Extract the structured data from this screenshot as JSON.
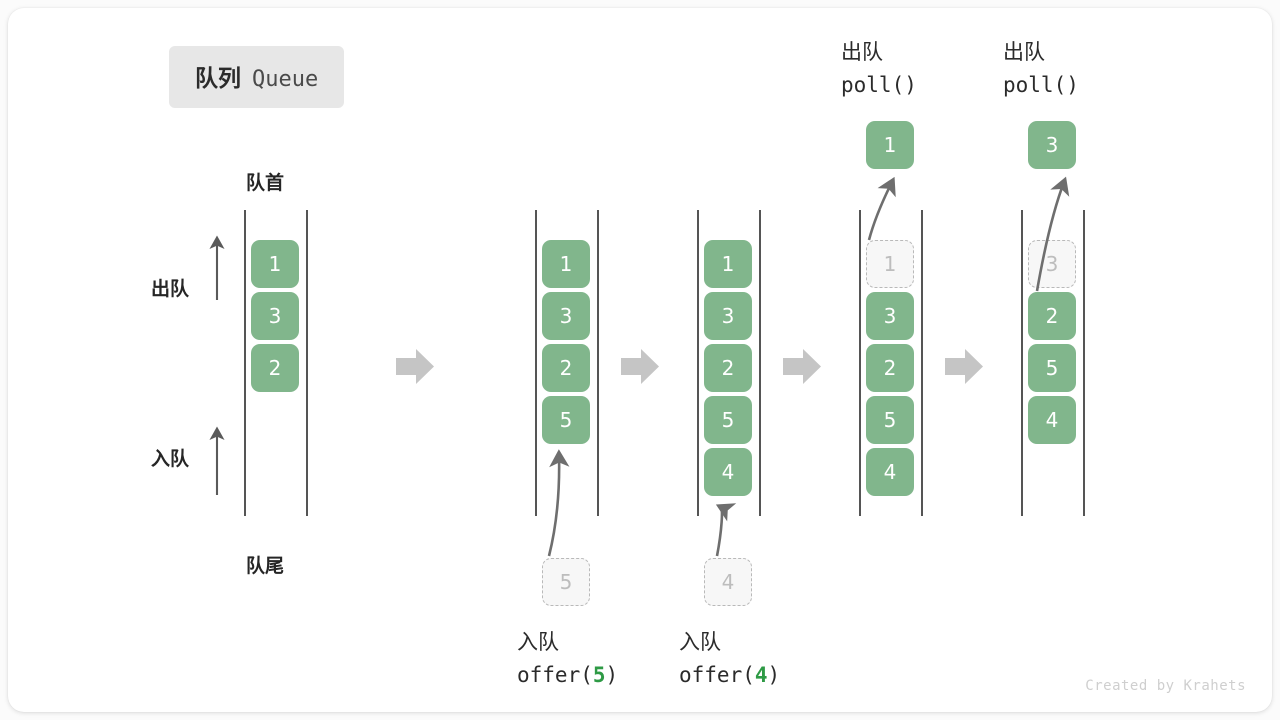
{
  "title": {
    "cn": "队列",
    "en": "Queue"
  },
  "watermark": "Created by Krahets",
  "colors": {
    "cell_fill": "#81b68c",
    "cell_text": "#ffffff",
    "ghost_fill": "#f7f7f7",
    "ghost_border": "#b9b9b9",
    "ghost_text": "#bdbdbd",
    "rail": "#555555",
    "arrow": "#6e6e6e",
    "step_arrow": "#c5c5c5",
    "badge_bg": "#e7e7e7",
    "accent_green": "#2e9a45",
    "card_bg": "#ffffff",
    "page_bg": "#fbfbfb"
  },
  "annotations": {
    "front": "队首",
    "rear": "队尾",
    "dequeue": "出队",
    "enqueue": "入队"
  },
  "icons": {
    "step": "step-arrow-icon",
    "up": "up-arrow-icon",
    "flow": "flow-arrow-icon"
  },
  "columns": [
    {
      "id": "initial",
      "kind": "initial",
      "cells": [
        {
          "value": "1",
          "ghost": false
        },
        {
          "value": "3",
          "ghost": false
        },
        {
          "value": "2",
          "ghost": false
        }
      ]
    },
    {
      "id": "after-offer-5",
      "kind": "offer",
      "cells": [
        {
          "value": "1",
          "ghost": false
        },
        {
          "value": "3",
          "ghost": false
        },
        {
          "value": "2",
          "ghost": false
        },
        {
          "value": "5",
          "ghost": false
        }
      ],
      "op": {
        "cn": "入队",
        "fn": "offer(",
        "value": "5",
        "fn_end": ")"
      },
      "floating": {
        "value": "5",
        "ghost": true
      }
    },
    {
      "id": "after-offer-4",
      "kind": "offer",
      "cells": [
        {
          "value": "1",
          "ghost": false
        },
        {
          "value": "3",
          "ghost": false
        },
        {
          "value": "2",
          "ghost": false
        },
        {
          "value": "5",
          "ghost": false
        },
        {
          "value": "4",
          "ghost": false
        }
      ],
      "op": {
        "cn": "入队",
        "fn": "offer(",
        "value": "4",
        "fn_end": ")"
      },
      "floating": {
        "value": "4",
        "ghost": true
      }
    },
    {
      "id": "poll-1",
      "kind": "poll",
      "cells": [
        {
          "value": "1",
          "ghost": true
        },
        {
          "value": "3",
          "ghost": false
        },
        {
          "value": "2",
          "ghost": false
        },
        {
          "value": "5",
          "ghost": false
        },
        {
          "value": "4",
          "ghost": false
        }
      ],
      "op": {
        "cn": "出队",
        "fn": "poll()"
      },
      "floating": {
        "value": "1",
        "ghost": false
      }
    },
    {
      "id": "poll-3",
      "kind": "poll",
      "cells": [
        {
          "value": "3",
          "ghost": true
        },
        {
          "value": "2",
          "ghost": false
        },
        {
          "value": "5",
          "ghost": false
        },
        {
          "value": "4",
          "ghost": false
        }
      ],
      "op": {
        "cn": "出队",
        "fn": "poll()"
      },
      "floating": {
        "value": "3",
        "ghost": false
      }
    }
  ]
}
